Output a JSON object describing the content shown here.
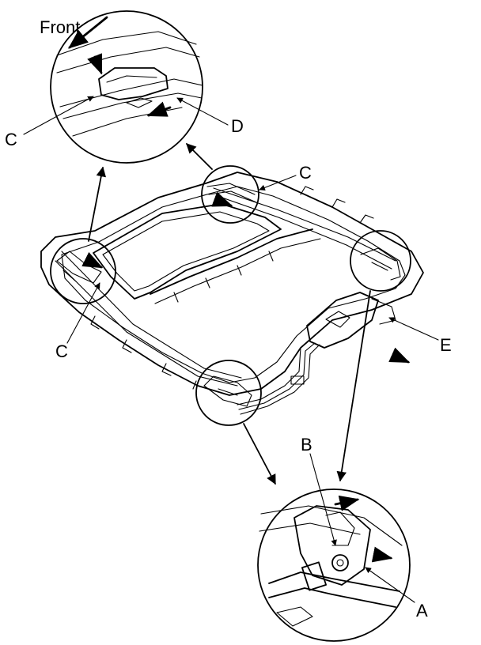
{
  "diagram": {
    "labels": {
      "front": "Front",
      "a": "A",
      "b": "B",
      "c": "C",
      "d": "D",
      "e": "E"
    },
    "colors": {
      "ink": "#000000",
      "paper": "#ffffff"
    }
  }
}
